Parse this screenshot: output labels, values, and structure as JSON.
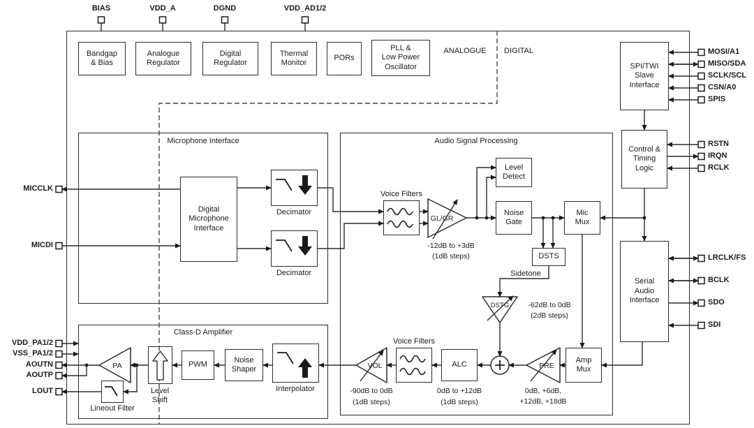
{
  "domains": {
    "analogue": "ANALOGUE",
    "digital": "DIGITAL"
  },
  "top_pins": [
    {
      "label": "BIAS"
    },
    {
      "label": "VDD_A"
    },
    {
      "label": "DGND"
    },
    {
      "label": "VDD_AD1/2"
    }
  ],
  "top_blocks": [
    {
      "label": "Bandgap\n& Bias"
    },
    {
      "label": "Analogue\nRegulator"
    },
    {
      "label": "Digital\nRegulator"
    },
    {
      "label": "Thermal\nMonitor"
    },
    {
      "label": "PORs"
    },
    {
      "label": "PLL &\nLow Power\nOscillator"
    }
  ],
  "right": {
    "spi_block": "SPI/TWI\nSlave\nInterface",
    "ctl_block": "Control &\nTiming\nLogic",
    "sai_block": "Serial\nAudio\nInterface",
    "spi_pins": [
      "MOSI/A1",
      "MISO/SDA",
      "SCLK/SCL",
      "CSN/A0",
      "SPIS"
    ],
    "ctl_pins": [
      "RSTN",
      "IRQN",
      "RCLK"
    ],
    "sai_pins": [
      "LRCLK/FS",
      "BCLK",
      "SDO",
      "SDI"
    ]
  },
  "left_pins": {
    "micclk": "MICCLK",
    "micdi": "MICDI",
    "vdd_pa": "VDD_PA1/2",
    "vss_pa": "VSS_PA1/2",
    "aoutn": "AOUTN",
    "aoutp": "AOUTP",
    "lout": "LOUT"
  },
  "mic": {
    "title": "Microphone Interface",
    "dmi": "Digital\nMicrophone\nInterface",
    "decimator1": "Decimator",
    "decimator2": "Decimator"
  },
  "asp": {
    "title": "Audio Signal Processing",
    "voice_filters1": "Voice Filters",
    "voice_filters2": "Voice Filters",
    "glgr": "GL/GR",
    "glgr_gain": "-12dB to +3dB",
    "glgr_steps": "(1dB steps)",
    "level_detect": "Level\nDetect",
    "noise_gate": "Noise\nGate",
    "mic_mux": "Mic\nMux",
    "dsts": "DSTS",
    "sidetone": "Sidetone",
    "dstg": "DSTG",
    "dstg_gain": "-62dB to 0dB",
    "dstg_steps": "(2dB steps)",
    "pre": "PRE",
    "pre_gain1": "0dB, +6dB,",
    "pre_gain2": "+12dB, +18dB",
    "amp_mux": "Amp\nMux",
    "alc": "ALC",
    "alc_gain": "0dB to +12dB",
    "alc_steps": "(1dB steps)",
    "vol": "VOL",
    "vol_gain": "-90dB to 0dB",
    "vol_steps": "(1dB steps)"
  },
  "classd": {
    "title": "Class-D Amplifier",
    "pa": "PA",
    "level_shift": "Level\nShift",
    "pwm": "PWM",
    "noise_shaper": "Noise\nShaper",
    "interpolator": "Interpolator",
    "lineout_filter": "Lineout Filter"
  }
}
